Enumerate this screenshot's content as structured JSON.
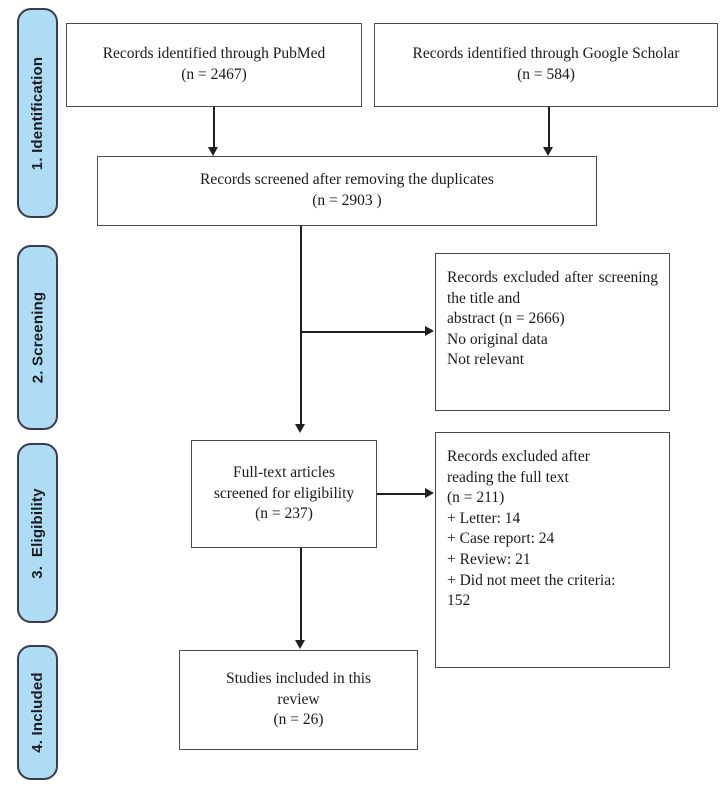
{
  "diagram": {
    "title": "PRISMA study selection flow diagram",
    "accent_color": "#aedcf5",
    "border_color": "#4a4a4a",
    "stage_border_color": "#3b3b4f",
    "line_color": "#1f1f1f"
  },
  "stages": [
    {
      "label": "1. Identification"
    },
    {
      "label": "2. Screening"
    },
    {
      "label": "3.  Eligibility"
    },
    {
      "label": "4. Included"
    }
  ],
  "nodes": {
    "pubmed": {
      "line1": "Records identified through PubMed",
      "line2": "(n = 2467)"
    },
    "google_scholar": {
      "line1": "Records identified through Google Scholar",
      "line2": "(n = 584)"
    },
    "screened": {
      "line1": "Records screened after removing the duplicates",
      "line2": "(n = 2903 )"
    },
    "excluded_screening": {
      "line1": "Records excluded after screening the title and",
      "line2": "abstract (n = 2666)",
      "line3": "No original data",
      "line4": "Not relevant"
    },
    "fulltext": {
      "line1": "Full-text articles",
      "line2": "screened for eligibility",
      "line3": "(n = 237)"
    },
    "excluded_fulltext": {
      "line1": "Records excluded after",
      "line2": "reading the full text",
      "line3": "(n = 211)",
      "line4": "+ Letter: 14",
      "line5": "+ Case report: 24",
      "line6": "+ Review: 21",
      "line7": "+ Did not meet the criteria:",
      "line8": "152"
    },
    "included": {
      "line1": "Studies included in this",
      "line2": "review",
      "line3": "(n = 26)"
    }
  },
  "counts": {
    "pubmed_records": 2467,
    "google_scholar_records": 584,
    "screened_after_duplicates": 2903,
    "excluded_title_abstract": 2666,
    "fulltext_assessed": 237,
    "excluded_fulltext": 211,
    "excluded_letter": 14,
    "excluded_case_report": 24,
    "excluded_review": 21,
    "excluded_criteria_not_met": 152,
    "included_studies": 26
  }
}
